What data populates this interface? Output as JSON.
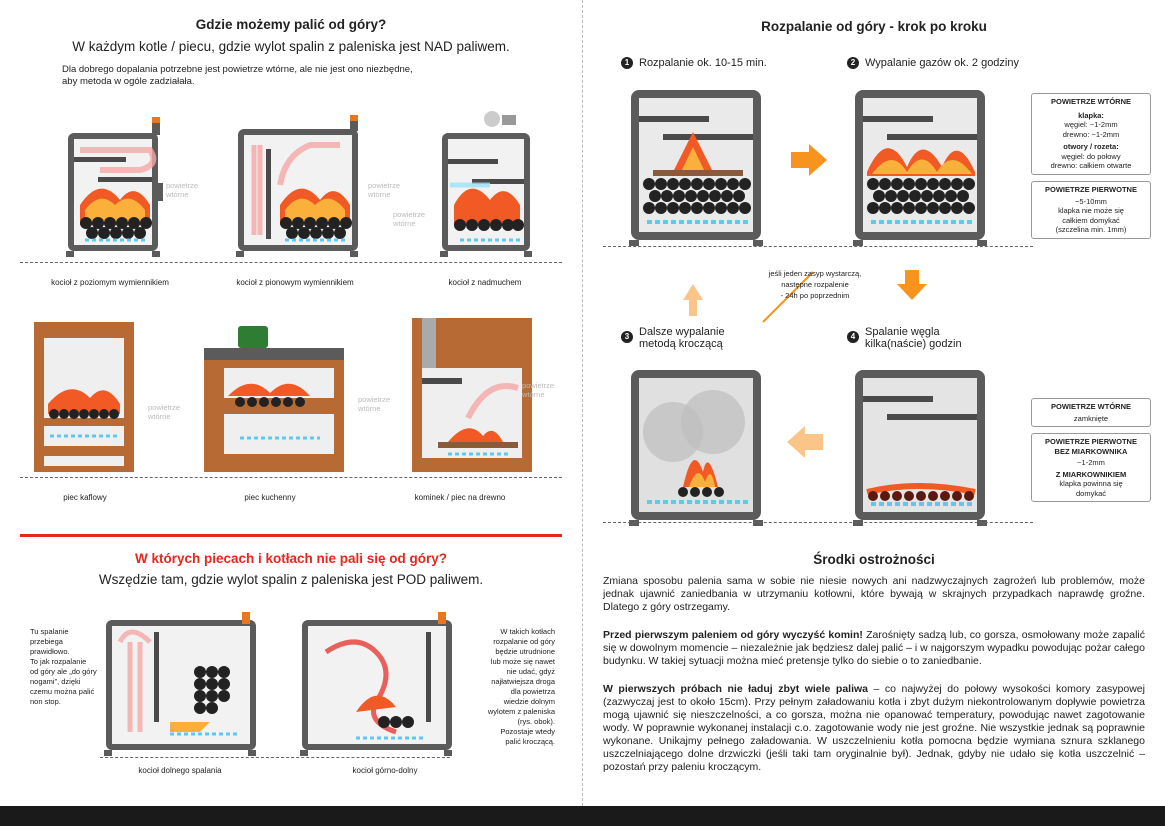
{
  "left": {
    "title": "Gdzie możemy palić od góry?",
    "subtitle": "W każdym kotle / piecu, gdzie wylot spalin z paleniska jest NAD paliwem.",
    "note_line1": "Dla dobrego dopalania potrzebne jest powietrze wtórne, ale nie jest ono niezbędne,",
    "note_line2": "aby metoda w ogóle zadziałała.",
    "air_label_a": "powietrze",
    "air_label_b": "wtórne",
    "captions_row1": [
      "kocioł z poziomym wymiennikiem",
      "kocioł z pionowym wymiennikiem",
      "kocioł z nadmuchem"
    ],
    "captions_row2": [
      "piec kaflowy",
      "piec kuchenny",
      "kominek / piec na drewno"
    ],
    "section2_title": "W których piecach i kotłach nie pali się od góry?",
    "section2_subtitle": "Wszędzie tam, gdzie wylot spalin z paleniska jest POD paliwem.",
    "left_note": [
      "Tu spalanie",
      "przebiega",
      "prawidłowo.",
      "To jak rozpalanie",
      "od góry ale „do góry",
      "nogami”, dzięki",
      "czemu można palić",
      "non stop."
    ],
    "right_note": [
      "W takich kotłach",
      "rozpalanie od góry",
      "będzie utrudnione",
      "lub może się nawet",
      "nie udać, gdyż",
      "najłatwiejsza droga",
      "dla powietrza",
      "wiedzie dolnym",
      "wylotem z paleniska",
      "(rys. obok).",
      "Pozostaje wtedy",
      "palić kroczącą."
    ],
    "captions_row3": [
      "kocioł dolnego spalania",
      "kocioł górno-dolny"
    ]
  },
  "right": {
    "title": "Rozpalanie od góry - krok po kroku",
    "steps": [
      {
        "num": "1",
        "label": "Rozpalanie ok. 10-15 min."
      },
      {
        "num": "2",
        "label": "Wypalanie gazów ok. 2 godziny"
      },
      {
        "num": "3",
        "label_line1": "Dalsze wypalanie",
        "label_line2": "metodą kroczącą"
      },
      {
        "num": "4",
        "label_line1": "Spalanie węgla",
        "label_line2": "kilka(naście) godzin"
      }
    ],
    "middle_note": [
      "jeśli jeden zasyp wystarczą,",
      "następne rozpalenie",
      "- 24h po poprzednim"
    ],
    "box_sec_top": {
      "title": "POWIETRZE WTÓRNE",
      "sub1": "klapka:",
      "sub1_l1": "węgiel: ~1-2mm",
      "sub1_l2": "drewno: ~1-2mm",
      "sub2": "otwory / rozeta:",
      "sub2_l1": "węgiel: do połowy",
      "sub2_l2": "drewno: całkiem otwarte"
    },
    "box_pri_top": {
      "title": "POWIETRZE PIERWOTNE",
      "l1": "~5-10mm",
      "l2": "klapka nie może się",
      "l3": "całkiem domykać",
      "l4": "(szczelina min. 1mm)"
    },
    "box_sec_bottom": {
      "title": "POWIETRZE WTÓRNE",
      "l1": "zamknięte"
    },
    "box_pri_bottom": {
      "title_l1": "POWIETRZE PIERWOTNE",
      "title_l2": "BEZ MIARKOWNIKA",
      "l1": "~1-2mm",
      "title2": "Z MIARKOWNIKIEM",
      "l2": "klapka powinna się",
      "l3": "domykać"
    },
    "safety_title": "Środki ostrożności",
    "para1": "Zmiana sposobu palenia sama w sobie nie niesie nowych ani nadzwyczajnych zagrożeń lub problemów, może jednak ujawnić zaniedbania w utrzymaniu kotłowni, które bywają w skrajnych przypadkach naprawdę groźne. Dlatego z góry ostrzegamy.",
    "para2_bold": "Przed pierwszym paleniem od góry wyczyść komin!",
    "para2_rest": " Zarośnięty sadzą lub, co gorsza, osmołowany może zapalić się w dowolnym momencie – niezależnie jak będziesz dalej palić – i w najgorszym wypadku powodując pożar całego budynku. W takiej sytuacji można mieć pretensje tylko do siebie o to zaniedbanie.",
    "para3_bold": "W pierwszych próbach nie ładuj zbyt wiele paliwa",
    "para3_rest": " – co najwyżej do połowy wysokości komory zasypowej (zazwyczaj jest to około 15cm). Przy pełnym załadowaniu kotła i zbyt dużym niekontrolowanym dopływie powietrza mogą ujawnić się nieszczelności, a co gorsza, można nie opanować temperatury, powodując nawet zagotowanie wody. W poprawnie wykonanej instalacji c.o. zagotowanie wody nie jest groźne. Nie wszystkie jednak są poprawnie wykonane. Unikajmy pełnego załadowania. W uszczelnieniu kotła pomocna będzie wymiana sznura szklanego uszczelniającego dolne drzwiczki (jeśli taki tam oryginalnie był). Jednak, gdyby nie udało się kotła uszczelnić – pozostań przy paleniu kroczącym."
  },
  "colors": {
    "accent_red": "#e8261d",
    "arrow_orange": "#f7941d",
    "arrow_light": "#fbc58a",
    "boiler_gray": "#5b5b5b",
    "brick": "#b86a34"
  }
}
